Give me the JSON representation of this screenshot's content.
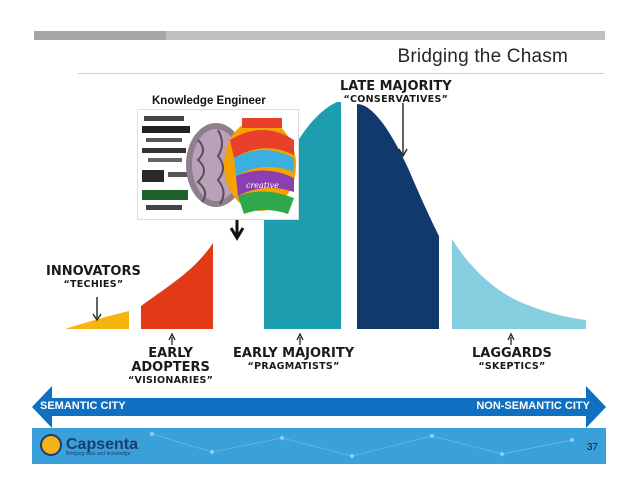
{
  "slide": {
    "title": "Bridging the Chasm",
    "page_number": "37"
  },
  "image_caption": "Knowledge Engineer",
  "segments": [
    {
      "name": "INNOVATORS",
      "sub": "“TECHIES”",
      "color": "#f5b50e"
    },
    {
      "name_line1": "EARLY",
      "name_line2": "ADOPTERS",
      "sub": "“VISIONARIES”",
      "color": "#e23a16"
    },
    {
      "name": "EARLY MAJORITY",
      "sub": "“PRAGMATISTS”",
      "color": "#1d9db0"
    },
    {
      "name": "LATE MAJORITY",
      "sub": "“CONSERVATIVES”",
      "color": "#103a6b"
    },
    {
      "name": "LAGGARDS",
      "sub": "“SKEPTICS”",
      "color": "#86cfe0"
    }
  ],
  "bottom_arrow": {
    "left_label": "SEMANTIC CITY",
    "right_label": "NON-SEMANTIC CITY",
    "color": "#0f6fc0"
  },
  "footer": {
    "brand": "Capsenta",
    "tagline": "Bridging data and knowledge"
  }
}
